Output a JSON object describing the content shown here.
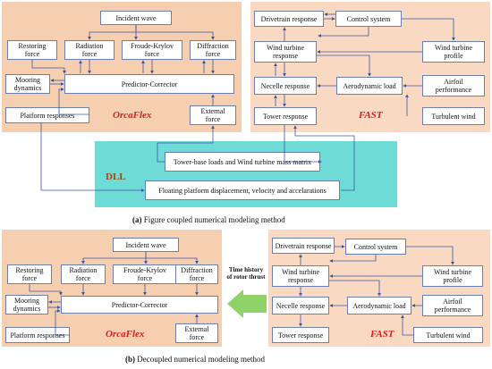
{
  "top": {
    "orcaflex": {
      "label": "OrcaFlex",
      "incident_wave": "Incident wave",
      "restoring": "Restoring\nforce",
      "radiation": "Radiation\nforce",
      "froude": "Froude-Krylov\nforce",
      "diffraction": "Diffraction\nforce",
      "mooring": "Mooring\ndynamics",
      "predictor": "Predictor-Corrector",
      "platform": "Platform responses",
      "external": "External\nforce"
    },
    "fast": {
      "label": "FAST",
      "drivetrain": "Drivetrain response",
      "control": "Control system",
      "wt_response": "Wind turbine\nresponse",
      "wt_profile": "Wind turbine\nprofile",
      "nacelle": "Necelle response",
      "aero": "Aerodynamic load",
      "airfoil": "Airfoil\nperformance",
      "tower": "Tower response",
      "turbulent": "Turbulent wind"
    },
    "dll": {
      "label": "DLL",
      "tower_base": "Tower-base loads and Wind turbine mass matrix",
      "floating": "Floating platform displacement, velocity and accelarations"
    },
    "caption_letter": "(a)",
    "caption_text": " Figure coupled numerical modeling method"
  },
  "bottom": {
    "orcaflex": {
      "label": "OrcaFlex",
      "incident_wave": "Incident wave",
      "restoring": "Restoring\nforce",
      "radiation": "Radiation\nforce",
      "froude": "Froude-Krylov\nforce",
      "diffraction": "Diffraction\nforce",
      "mooring": "Mooring\ndynamics",
      "predictor": "Predictor-Corrector",
      "platform": "Platform responses",
      "external": "External\nforce"
    },
    "fast": {
      "label": "FAST",
      "drivetrain": "Drivetrain response",
      "control": "Control system",
      "wt_response": "Wind turbine\nresponse",
      "wt_profile": "Wind turbine\nprofile",
      "nacelle": "Necelle response",
      "aero": "Aerodynamic load",
      "airfoil": "Airfoil\nperformance",
      "tower": "Tower response",
      "turbulent": "Turbulent wind"
    },
    "middle_text": "Time history\nof rotor thrust",
    "caption_letter": "(b)",
    "caption_text": " Decoupled numerical modeling method"
  },
  "colors": {
    "orcaflex_bg": "#f6cfb0",
    "fast_bg": "#f9d9c1",
    "dll_bg": "#6fdbd6",
    "arrow": "#3b57a6",
    "thrust_arrow": "#8fd26a",
    "label_red": "#d42020"
  }
}
